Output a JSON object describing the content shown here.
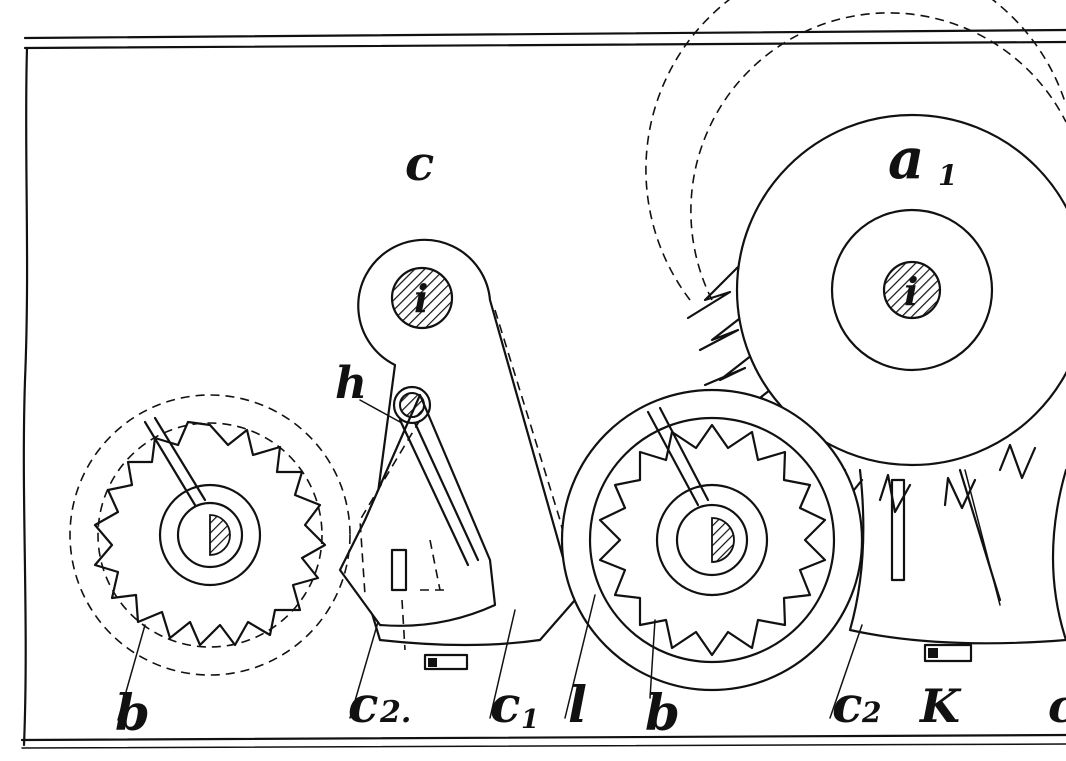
{
  "labels": {
    "c": "c",
    "a1": "a",
    "a1_sub": "1",
    "i_left": "i",
    "i_right": "i",
    "h": "h",
    "b_left": "b",
    "c2_left": "c",
    "c2_left_sub": "2.",
    "c1": "c",
    "c1_sub": "1",
    "l": "l",
    "b_mid": "b",
    "c2_right": "c",
    "c2_right_sub": "2",
    "k": "K",
    "c_cut": "c"
  },
  "colors": {
    "ink": "#111111",
    "paper": "#ffffff"
  }
}
